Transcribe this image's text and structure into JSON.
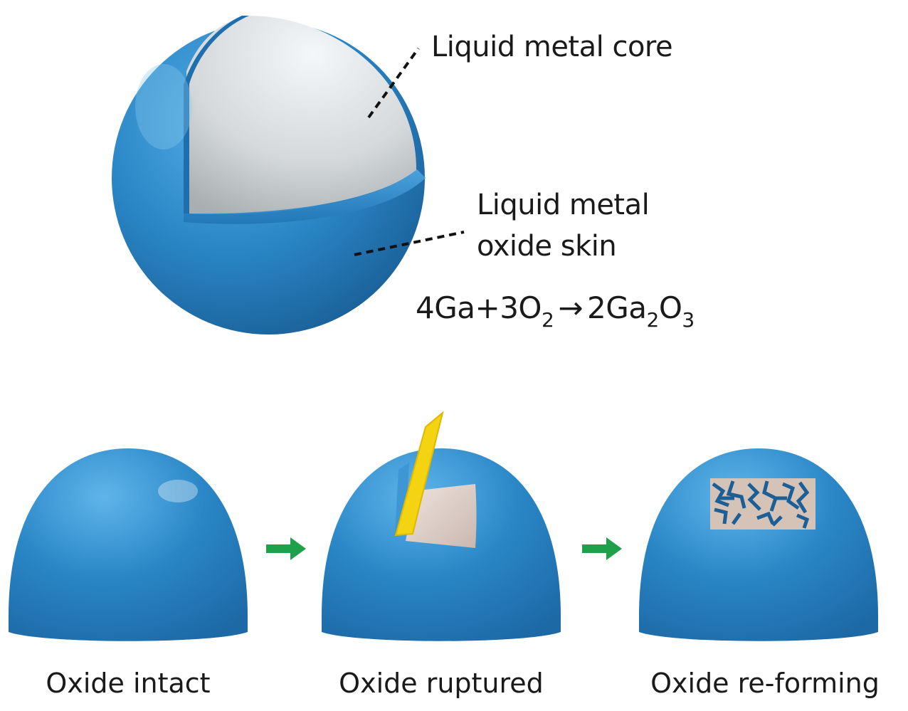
{
  "top": {
    "core_label": "Liquid metal core",
    "skin_label_line1": "Liquid metal",
    "skin_label_line2": "oxide skin",
    "equation": {
      "reactant1": "4Ga+3O",
      "reactant1_sub": "2",
      "arrow": "→",
      "product_coef": "2Ga",
      "product_sub1": "2",
      "product_o": "O",
      "product_sub2": "3"
    }
  },
  "bottom": {
    "stages": [
      {
        "caption": "Oxide intact"
      },
      {
        "caption": "Oxide ruptured"
      },
      {
        "caption": "Oxide re-forming"
      }
    ],
    "arrow_color": "#1fa04a"
  },
  "colors": {
    "oxide_blue": "#2a86c6",
    "core_gray": "#d5d9db",
    "blade_yellow": "#f3d312"
  }
}
